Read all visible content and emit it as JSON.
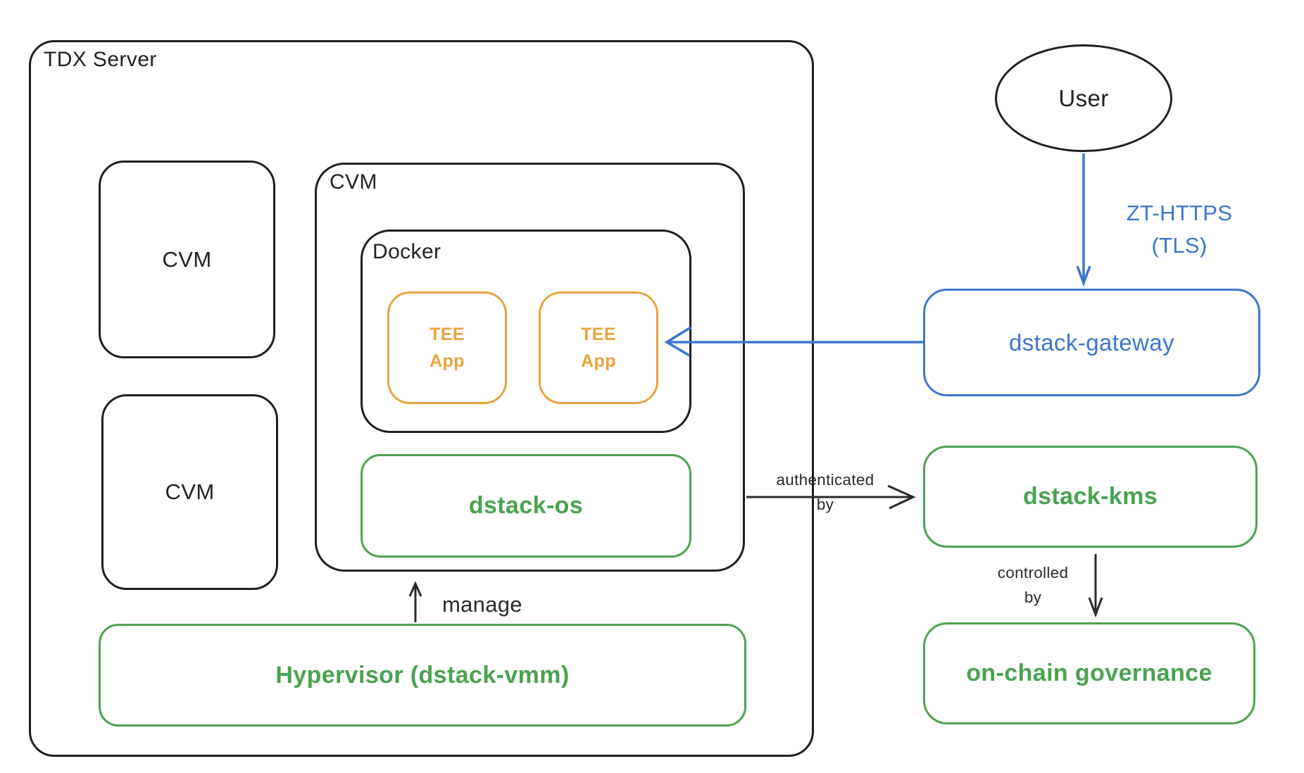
{
  "colors": {
    "ink": "#1f1f1f",
    "green": "#4aa24f",
    "blue": "#3b76cc",
    "orange": "#e8a33d"
  },
  "nodes": {
    "tdx_server": {
      "label": "TDX Server"
    },
    "cvm_left_top": {
      "label": "CVM"
    },
    "cvm_left_bottom": {
      "label": "CVM"
    },
    "cvm_main": {
      "label": "CVM"
    },
    "docker": {
      "label": "Docker"
    },
    "tee_app_1": {
      "line1": "TEE",
      "line2": "App"
    },
    "tee_app_2": {
      "line1": "TEE",
      "line2": "App"
    },
    "dstack_os": {
      "label": "dstack-os"
    },
    "hypervisor": {
      "label": "Hypervisor (dstack-vmm)"
    },
    "user": {
      "label": "User"
    },
    "dstack_gateway": {
      "label": "dstack-gateway"
    },
    "dstack_kms": {
      "label": "dstack-kms"
    },
    "on_chain_governance": {
      "label": "on-chain governance"
    }
  },
  "edges": {
    "zt_https": {
      "line1": "ZT-HTTPS",
      "line2": "(TLS)"
    },
    "manage": {
      "label": "manage"
    },
    "authenticated_by": {
      "line1": "authenticated",
      "line2": "by"
    },
    "controlled_by": {
      "line1": "controlled",
      "line2": "by"
    }
  }
}
